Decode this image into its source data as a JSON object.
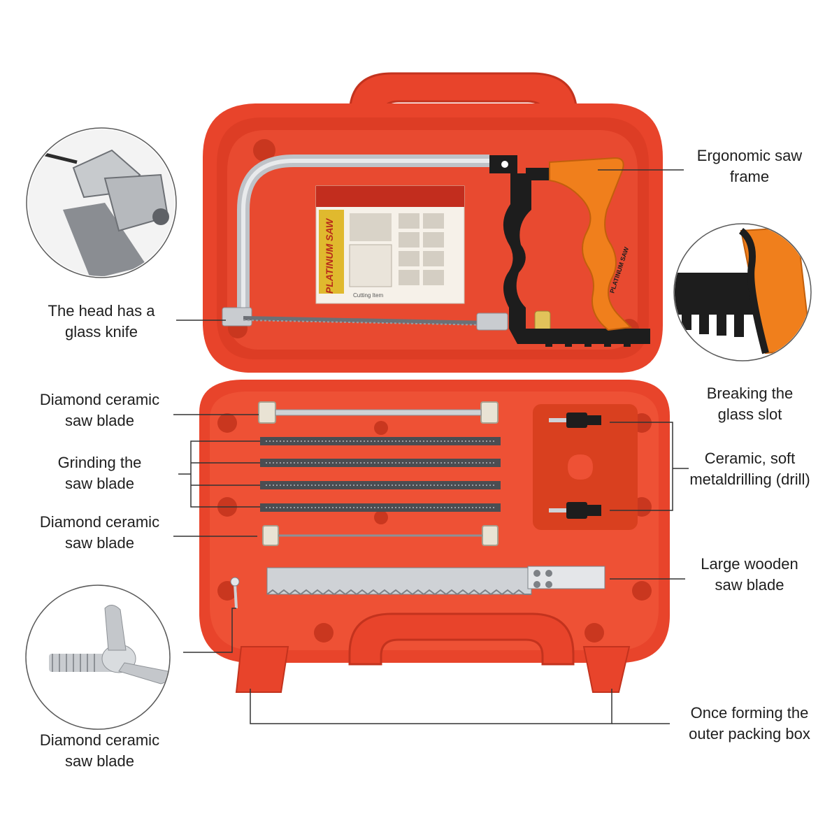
{
  "colors": {
    "case": "#e8442b",
    "case_dark": "#c3331e",
    "case_light": "#f26a4d",
    "handle_orange": "#f07f1c",
    "frame_black": "#1d1d1d",
    "steel": "#c9ccd0",
    "text": "#1e1e1e"
  },
  "icons": [
    "saw-head-closeup-icon",
    "handle-slot-closeup-icon",
    "wing-nut-closeup-icon"
  ],
  "product": {
    "booklet_title": "PLATINUM SAW",
    "booklet_subtitle": "Cutting Item",
    "handle_brand": "PLATINUM SAW"
  },
  "labels": {
    "ergonomic_frame": [
      "Ergonomic saw",
      "frame"
    ],
    "head_glass_knife": [
      "The head has a",
      "glass knife"
    ],
    "breaking_slot": [
      "Breaking the",
      "glass slot"
    ],
    "diamond_blade_1": [
      "Diamond ceramic",
      "saw blade"
    ],
    "grinding_blade": [
      "Grinding the",
      "saw blade"
    ],
    "ceramic_drill": [
      "Ceramic, soft",
      "metaldrilling (drill)"
    ],
    "diamond_blade_2": [
      "Diamond ceramic",
      "saw blade"
    ],
    "large_wooden": [
      "Large wooden",
      "saw blade"
    ],
    "diamond_blade_3": [
      "Diamond ceramic",
      "saw blade"
    ],
    "packing_box": [
      "Once forming the",
      "outer packing box"
    ]
  }
}
